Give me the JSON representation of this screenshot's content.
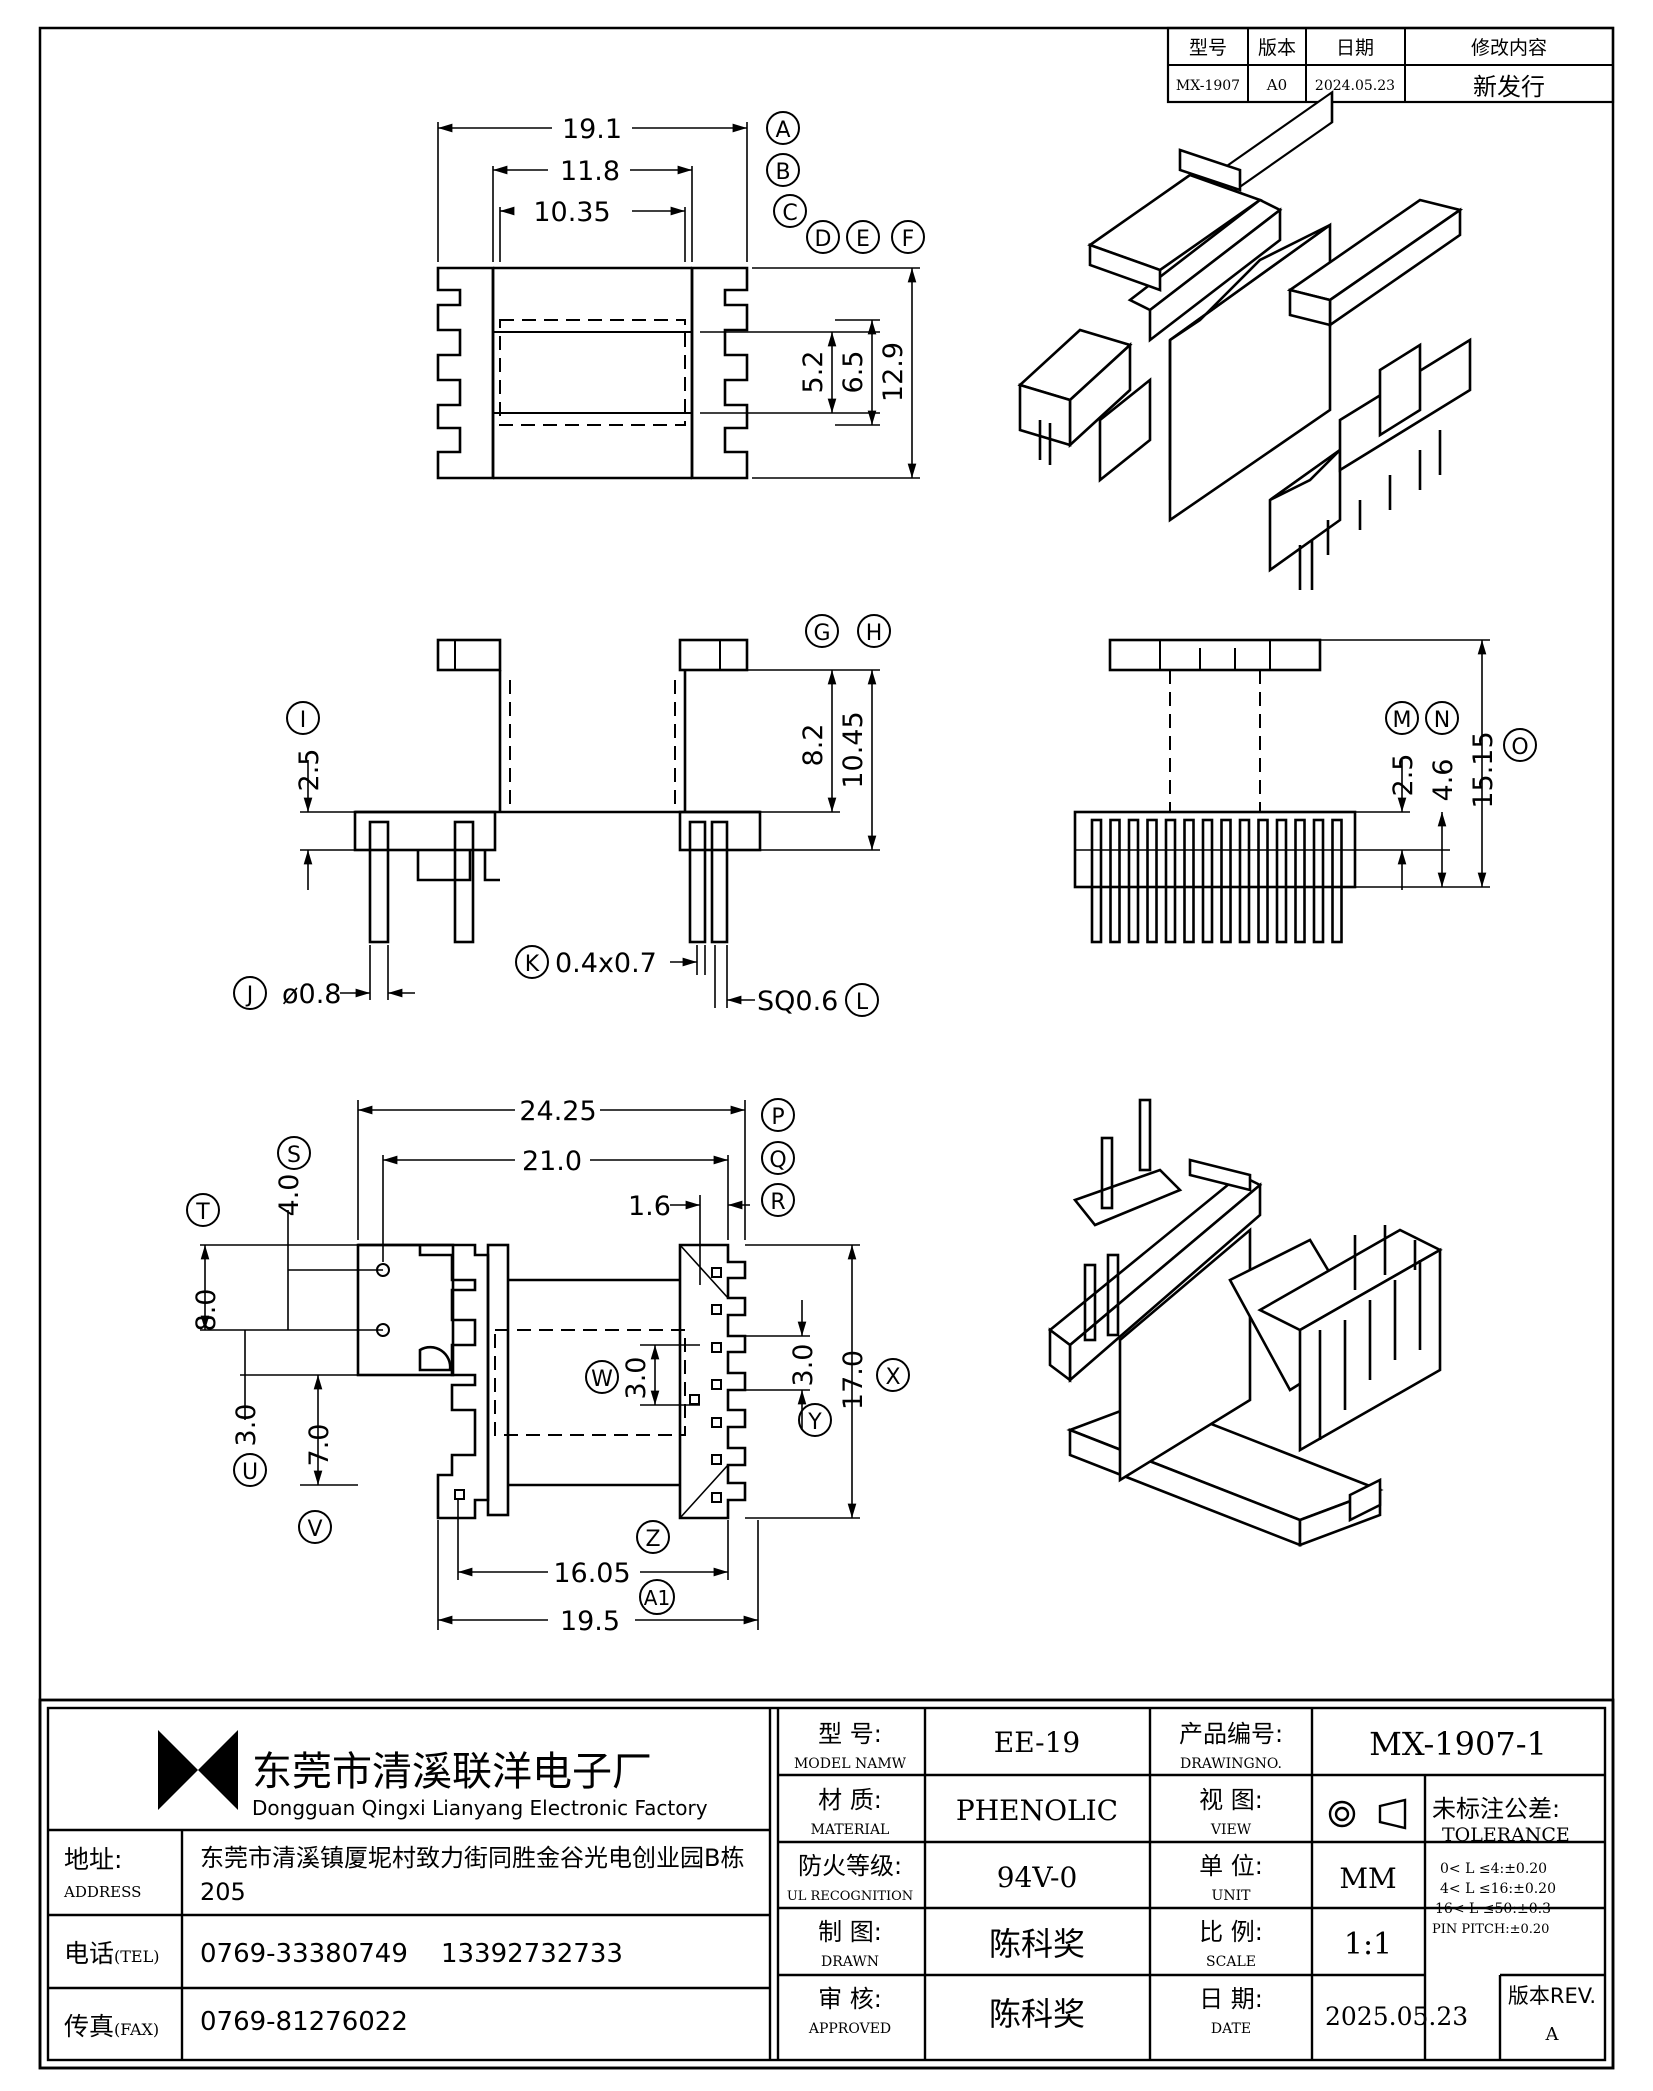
{
  "revision_table": {
    "headers": [
      "型号",
      "版本",
      "日期",
      "修改内容"
    ],
    "row": [
      "MX-1907",
      "A0",
      "2024.05.23",
      "新发行"
    ]
  },
  "balloons": [
    "A",
    "B",
    "C",
    "D",
    "E",
    "F",
    "G",
    "H",
    "I",
    "J",
    "K",
    "L",
    "M",
    "N",
    "O",
    "P",
    "Q",
    "R",
    "S",
    "T",
    "U",
    "V",
    "W",
    "X",
    "Y",
    "Z",
    "A1"
  ],
  "dimensions": {
    "top_view": {
      "A": "19.1",
      "B": "11.8",
      "C": "10.35",
      "D": "5.2",
      "E": "6.5",
      "F": "12.9"
    },
    "front_view": {
      "G": "8.2",
      "H": "10.45",
      "I": "2.5",
      "J": "ø0.8",
      "K": "0.4x0.7",
      "L": "SQ0.6"
    },
    "side_view": {
      "M": "2.5",
      "N": "4.6",
      "O": "15.15"
    },
    "bottom_view": {
      "P": "24.25",
      "Q": "21.0",
      "R": "1.6",
      "S": "4.0",
      "T": "8.0",
      "U": "3.0",
      "V": "7.0",
      "W": "3.0",
      "X": "17.0",
      "Y": "3.0",
      "Z": "16.05",
      "A1": "19.5"
    }
  },
  "title_block": {
    "company_cn": "东莞市清溪联洋电子厂",
    "company_en": "Dongguan Qingxi Lianyang Electronic Factory",
    "address_label_cn": "地址:",
    "address_label_en": "ADDRESS",
    "address_line1": "东莞市清溪镇厦坭村致力街同胜金谷光电创业园B栋",
    "address_line2": "205",
    "tel_label_cn": "电话",
    "tel_label_en": "(TEL)",
    "tel_value": "0769-33380749    13392732733",
    "fax_label_cn": "传真",
    "fax_label_en": "(FAX)",
    "fax_value": "0769-81276022",
    "model_label_cn": "型  号:",
    "model_label_en": "MODEL NAMW",
    "model_value": "EE-19",
    "material_label_cn": "材  质:",
    "material_label_en": "MATERIAL",
    "material_value": "PHENOLIC",
    "ul_label_cn": "防火等级:",
    "ul_label_en": "UL RECOGNITION",
    "ul_value": "94V-0",
    "drawn_label_cn": "制  图:",
    "drawn_label_en": "DRAWN",
    "drawn_value": "陈科奖",
    "approved_label_cn": "审  核:",
    "approved_label_en": "APPROVED",
    "approved_value": "陈科奖",
    "drawing_no_label_cn": "产品编号:",
    "drawing_no_label_en": "DRAWINGNO.",
    "drawing_no_value": "MX-1907-1",
    "view_label_cn": "视  图:",
    "view_label_en": "VIEW",
    "unit_label_cn": "单  位:",
    "unit_label_en": "UNIT",
    "unit_value": "MM",
    "scale_label_cn": "比  例:",
    "scale_label_en": "SCALE",
    "scale_value": "1:1",
    "date_label_cn": "日  期:",
    "date_label_en": "DATE",
    "date_value": "2025.05.23",
    "tolerance_label_cn": "未标注公差:",
    "tolerance_label_en": "TOLERANCE",
    "tolerance_lines": [
      "0< L ≤4:±0.20",
      "4< L ≤16:±0.20",
      "16< L ≤50:±0.3",
      "PIN PITCH:±0.20"
    ],
    "rev_label": "版本REV.",
    "rev_value": "A"
  }
}
